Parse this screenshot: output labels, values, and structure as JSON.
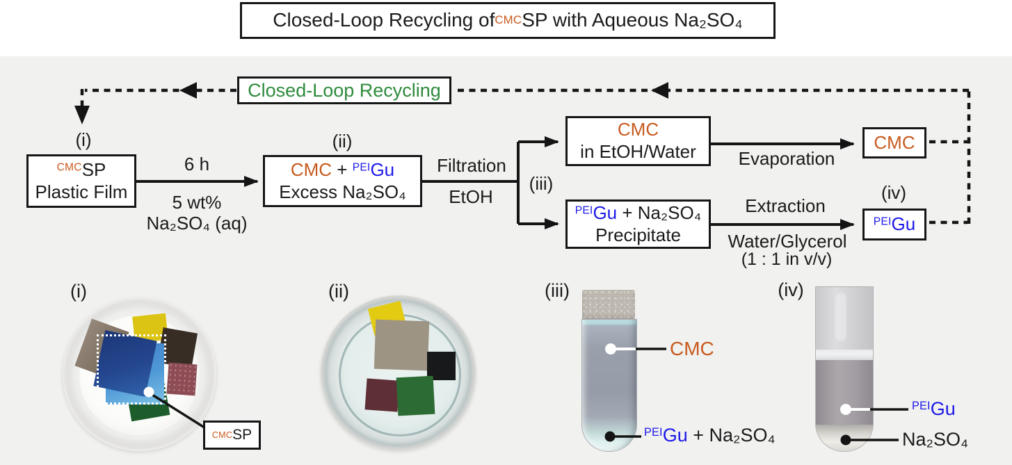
{
  "colors": {
    "accent_orange": "#C85A1E",
    "accent_blue": "#1C18E8",
    "accent_green": "#2E8B3C",
    "ink": "#1A1A1A",
    "background": "#F1F1F0"
  },
  "title": {
    "part1": "Closed-Loop Recycling of ",
    "sup": "CMC",
    "part2": "SP with Aqueous Na₂SO₄"
  },
  "flow": {
    "loop_label": "Closed-Loop Recycling",
    "step_i": {
      "label": "(i)",
      "sup": "CMC",
      "name": "SP",
      "line2": "Plastic Film"
    },
    "dissolve_arrow": {
      "top": "6 h",
      "bottom1": "5 wt%",
      "bottom2": "Na₂SO₄ (aq)"
    },
    "step_ii": {
      "label": "(ii)",
      "cmc": "CMC",
      "plus": " + ",
      "sup": "PEI",
      "gu": "Gu",
      "line2": "Excess Na₂SO₄"
    },
    "filtration": {
      "top": "Filtration",
      "bottom": "EtOH"
    },
    "step_iii": {
      "label": "(iii)"
    },
    "box_cmc_solution": {
      "line1": "CMC",
      "line2": "in EtOH/Water"
    },
    "evaporation_label": "Evaporation",
    "box_cmc": "CMC",
    "box_precipitate": {
      "sup": "PEI",
      "gu": "Gu",
      "rest": " + Na₂SO₄",
      "line2": "Precipitate"
    },
    "extraction": {
      "top": "Extraction",
      "bottom1": "Water/Glycerol",
      "bottom2": "(1 : 1 in v/v)"
    },
    "step_iv": {
      "label": "(iv)"
    },
    "box_gu": {
      "sup": "PEI",
      "gu": "Gu"
    }
  },
  "photos": {
    "i": {
      "label": "(i)",
      "callout_sup": "CMC",
      "callout": "SP"
    },
    "ii": {
      "label": "(ii)"
    },
    "iii": {
      "label": "(iii)",
      "callout1": "CMC",
      "callout2_sup": "PEI",
      "callout2_gu": "Gu",
      "callout2_rest": " + Na₂SO₄"
    },
    "iv": {
      "label": "(iv)",
      "callout1_sup": "PEI",
      "callout1_gu": "Gu",
      "callout2": "Na₂SO₄"
    }
  }
}
